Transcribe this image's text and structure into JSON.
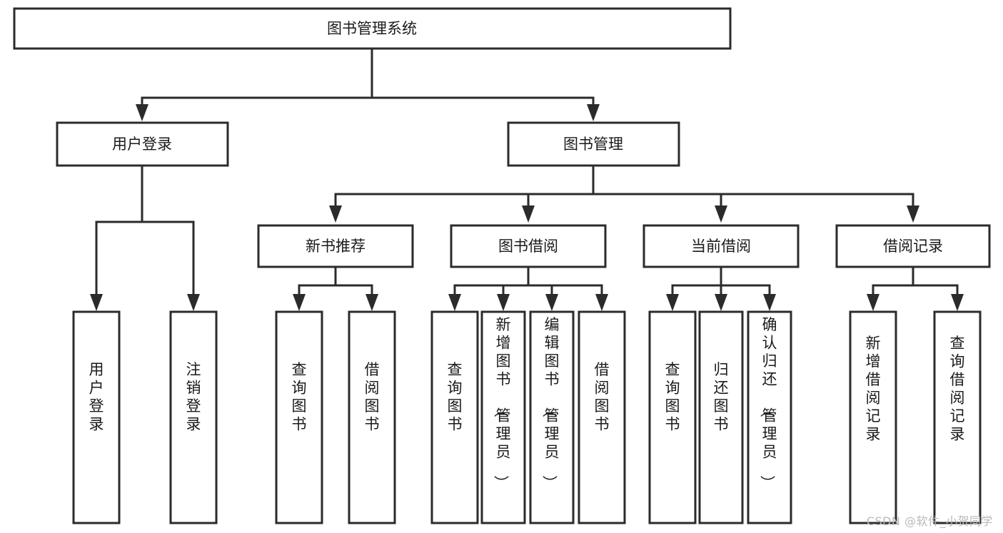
{
  "diagram": {
    "title": "图书管理系统",
    "type": "hierarchy-tree",
    "watermark": "CSDN @软件_小贺同学",
    "colors": {
      "stroke": "#2b2b2b",
      "fill": "#ffffff",
      "text": "#1a1a1a",
      "watermark": "#b9b9b9"
    },
    "levels": {
      "root": {
        "label": "图书管理系统"
      },
      "level2": [
        {
          "id": "user-login",
          "label": "用户登录"
        },
        {
          "id": "book-manage",
          "label": "图书管理"
        }
      ],
      "level3": [
        {
          "id": "new-book-recommend",
          "label": "新书推荐",
          "parent": "book-manage"
        },
        {
          "id": "book-borrow",
          "label": "图书借阅",
          "parent": "book-manage"
        },
        {
          "id": "current-borrow",
          "label": "当前借阅",
          "parent": "book-manage"
        },
        {
          "id": "borrow-record",
          "label": "借阅记录",
          "parent": "book-manage"
        }
      ],
      "leaves": [
        {
          "id": "leaf-user-login",
          "label": "用户登录",
          "parent": "user-login"
        },
        {
          "id": "leaf-logout-login",
          "label": "注销登录",
          "parent": "user-login"
        },
        {
          "id": "leaf-query-book-1",
          "label": "查询图书",
          "parent": "new-book-recommend"
        },
        {
          "id": "leaf-borrow-book-1",
          "label": "借阅图书",
          "parent": "new-book-recommend"
        },
        {
          "id": "leaf-query-book-2",
          "label": "查询图书",
          "parent": "book-borrow"
        },
        {
          "id": "leaf-add-book",
          "label": "新增图书（管理员）",
          "parent": "book-borrow"
        },
        {
          "id": "leaf-edit-book",
          "label": "编辑图书（管理员）",
          "parent": "book-borrow"
        },
        {
          "id": "leaf-borrow-book-2",
          "label": "借阅图书",
          "parent": "book-borrow"
        },
        {
          "id": "leaf-query-book-3",
          "label": "查询图书",
          "parent": "current-borrow"
        },
        {
          "id": "leaf-return-book",
          "label": "归还图书",
          "parent": "current-borrow"
        },
        {
          "id": "leaf-confirm-return",
          "label": "确认归还（管理员）",
          "parent": "current-borrow"
        },
        {
          "id": "leaf-add-record",
          "label": "新增借阅记录",
          "parent": "borrow-record"
        },
        {
          "id": "leaf-query-record",
          "label": "查询借阅记录",
          "parent": "borrow-record"
        }
      ]
    }
  }
}
